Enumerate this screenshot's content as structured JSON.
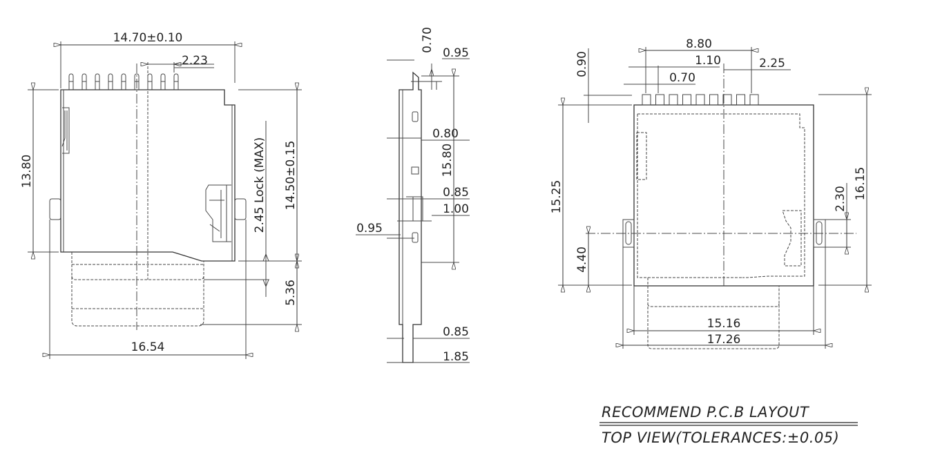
{
  "left_view": {
    "width_dim": "14.70±0.10",
    "pin_offset_dim": "2.23",
    "body_height_dim": "13.80",
    "lock_dim": "2.45 Lock (MAX)",
    "total_height_dim": "14.50±0.15",
    "eject_dim": "5.36",
    "overall_width_dim": "16.54"
  },
  "side_view": {
    "dims": [
      "0.70",
      "0.95",
      "0.80",
      "15.80",
      "0.85",
      "1.00",
      "0.95",
      "0.85",
      "1.85"
    ]
  },
  "pcb_view": {
    "pin_span_dim": "8.80",
    "pitch_dim": "1.10",
    "pad_width_dim": "0.70",
    "center_offset_dim": "2.25",
    "pad_length_dim": "0.90",
    "body_height_dim": "15.25",
    "ear_position_dim": "4.40",
    "ear_height_dim": "2.30",
    "total_height_dim": "16.15",
    "body_width_dim": "15.16",
    "overall_width_dim": "17.26"
  },
  "caption": {
    "line1": "RECOMMEND P.C.B LAYOUT",
    "line2": "TOP VIEW(TOLERANCES:±0.05)"
  }
}
